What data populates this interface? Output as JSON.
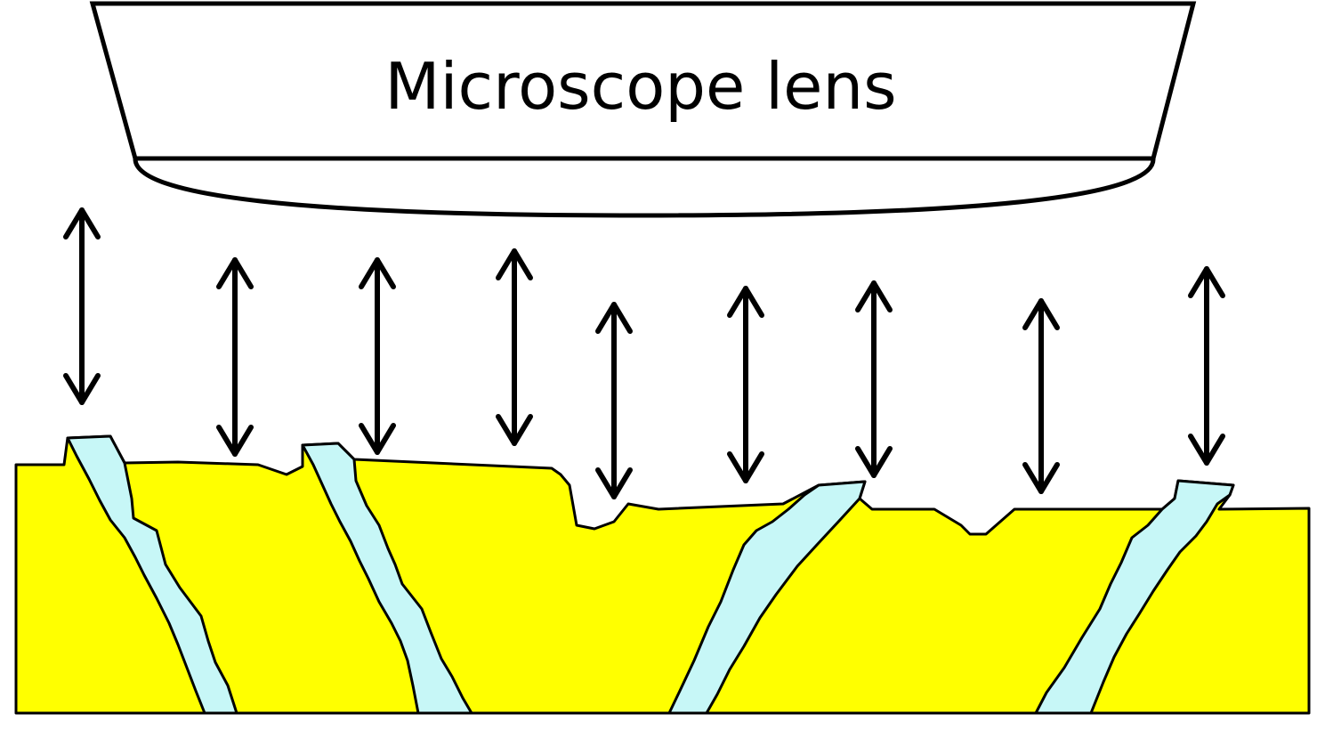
{
  "lens": {
    "label": "Microscope lens",
    "fill_color": "#ffffff",
    "stroke_color": "#000000"
  },
  "sample": {
    "surface_color": "#ffff00",
    "crack_color": "#c7f7f7",
    "outline_color": "#000000",
    "crack_count": 4
  },
  "arrows": {
    "count": 9,
    "color": "#000000",
    "style": "double-headed"
  }
}
